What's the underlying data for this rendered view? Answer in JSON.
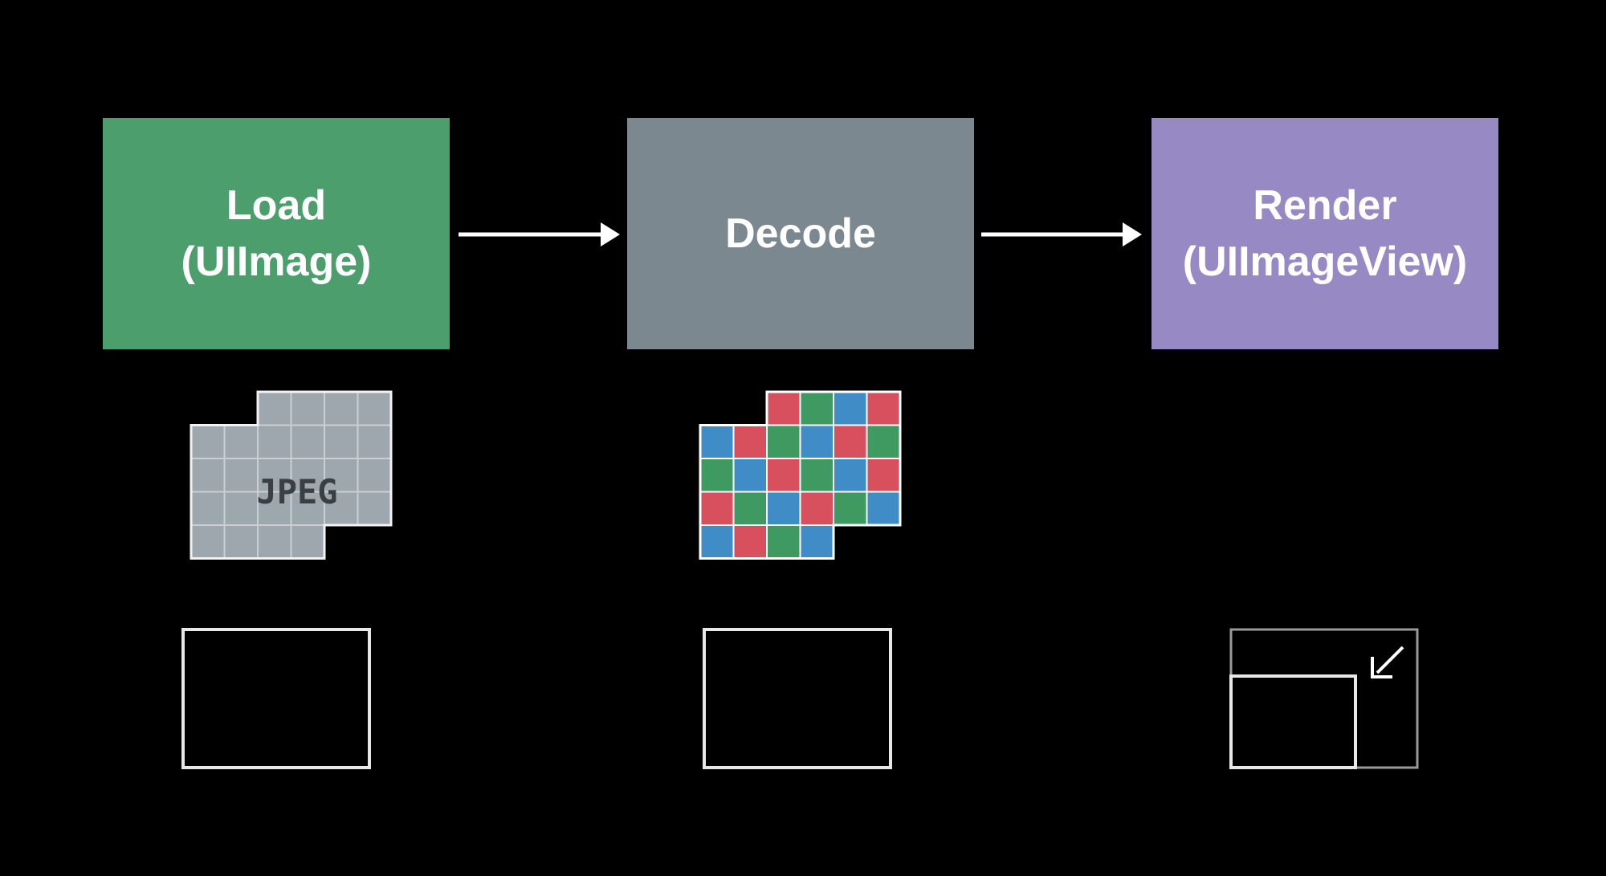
{
  "colors": {
    "background": "#000000",
    "load": "#4c9f6c",
    "decode": "#7c8890",
    "render": "#978ac4",
    "arrow": "#ffffff",
    "frame": "#e8e8e8",
    "jpeg_tile": "#9ea7ae",
    "jpeg_text": "#3a3f44",
    "pixel_red": "#d8505e",
    "pixel_green": "#3f9a62",
    "pixel_blue": "#3f8cc6"
  },
  "stages": [
    {
      "id": "load",
      "lines": [
        "Load",
        "(UIImage)"
      ]
    },
    {
      "id": "decode",
      "lines": [
        "Decode"
      ]
    },
    {
      "id": "render",
      "lines": [
        "Render",
        "(UIImageView)"
      ]
    }
  ],
  "jpeg_label": "JPEG",
  "icons": {
    "jpeg_grid": "jpeg-data-icon",
    "decoded_pixels": "decoded-pixel-buffer-icon",
    "frames": [
      "image-frame-icon",
      "image-frame-icon",
      "scaled-frame-icon"
    ]
  }
}
